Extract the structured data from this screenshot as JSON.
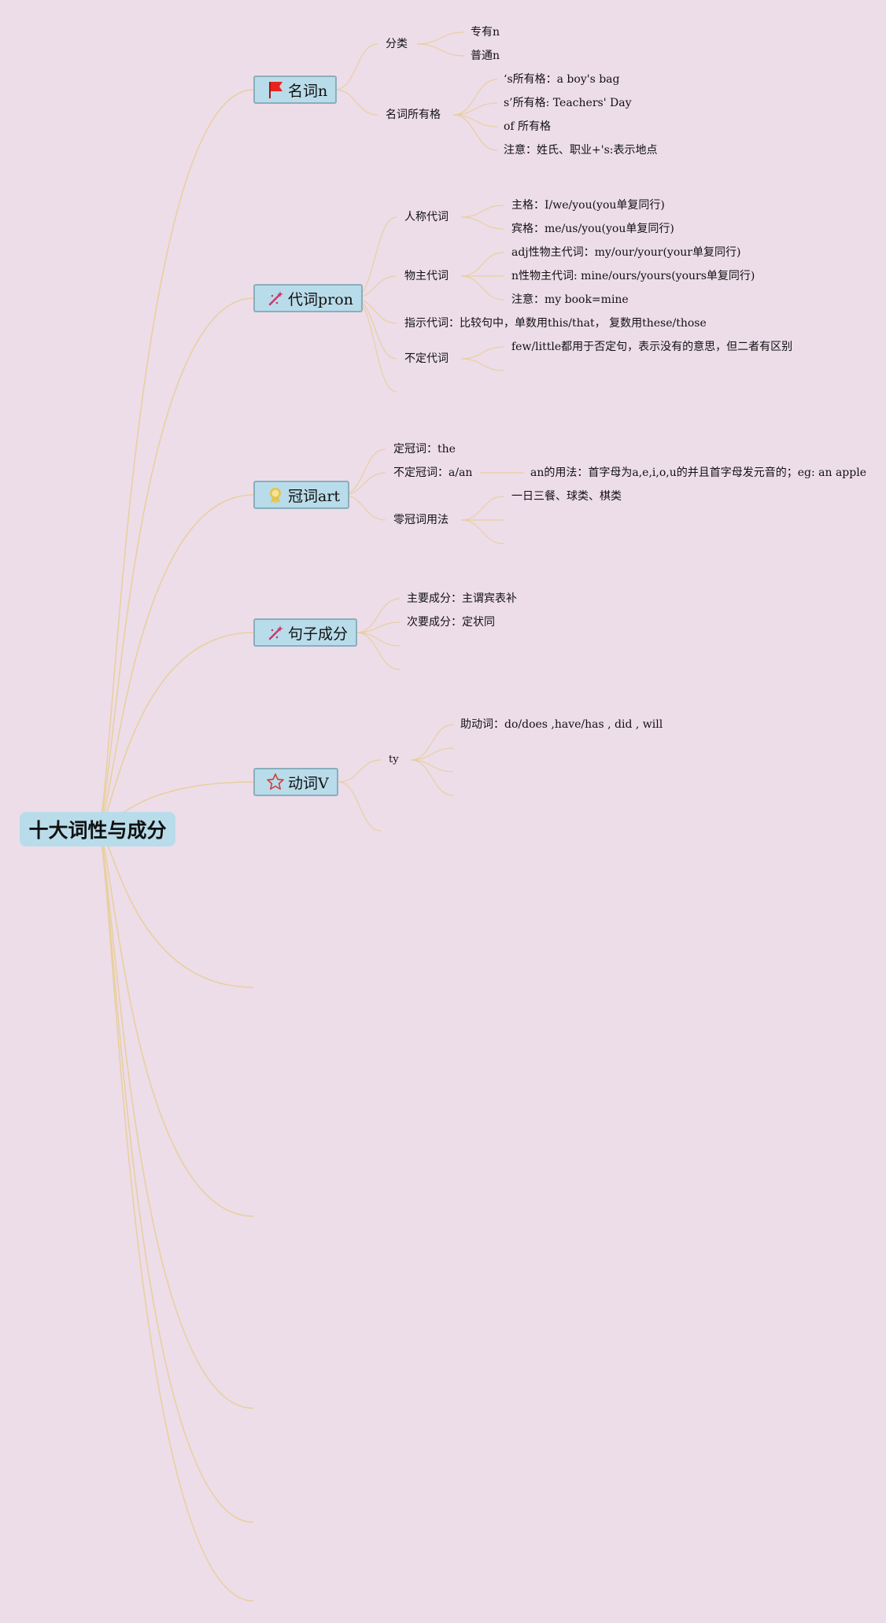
{
  "root": {
    "title": "十大词性与成分"
  },
  "topics": {
    "noun": {
      "label": "名词n",
      "icon": "red-flag-icon",
      "classification": {
        "label": "分类",
        "items": [
          "专有n",
          "普通n"
        ]
      },
      "possessive": {
        "label": "名词所有格",
        "items": [
          "‘s所有格：a boy's bag",
          "s’所有格: Teachers' Day",
          "of 所有格",
          "注意：姓氏、职业+'s:表示地点"
        ]
      }
    },
    "pronoun": {
      "label": "代词pron",
      "icon": "magic-wand-icon",
      "personal": {
        "label": "人称代词",
        "items": [
          "主格：I/we/you(you单复同行)",
          "宾格：me/us/you(you单复同行)"
        ]
      },
      "possessive": {
        "label": "物主代词",
        "items": [
          "adj性物主代词：my/our/your(your单复同行)",
          "n性物主代词: mine/ours/yours(yours单复同行)",
          "注意：my book=mine"
        ]
      },
      "demonstrative": {
        "label": "指示代词：比较句中，单数用this/that， 复数用these/those"
      },
      "indefinite": {
        "label": "不定代词",
        "items": [
          "few/little都用于否定句，表示没有的意思，但二者有区别"
        ]
      }
    },
    "article": {
      "label": "冠词art",
      "icon": "medal-icon",
      "definite": {
        "label": "定冠词：the"
      },
      "indefinite": {
        "label": "不定冠词：a/an",
        "items": [
          "an的用法：首字母为a,e,i,o,u的并且首字母发元音的；eg: an apple"
        ]
      },
      "zero": {
        "label": "零冠词用法",
        "items": [
          "一日三餐、球类、棋类"
        ]
      }
    },
    "sentence": {
      "label": "句子成分",
      "icon": "magic-wand-icon",
      "main": {
        "label": "主要成分：主谓宾表补"
      },
      "secondary": {
        "label": "次要成分：定状同"
      }
    },
    "verb": {
      "label": "动词V",
      "icon": "star-icon",
      "type": {
        "label": "ty",
        "items": [
          "助动词：do/does ,have/has , did , will"
        ]
      }
    }
  },
  "colors": {
    "background": "#eddde9",
    "topic_fill": "#b9dcea",
    "topic_border": "#8aaebb",
    "branch_line": "#e8cfa0",
    "flag": "#e8231b",
    "wand": "#c83a6e",
    "medal": "#e4c34a",
    "star": "#d23b3b"
  }
}
